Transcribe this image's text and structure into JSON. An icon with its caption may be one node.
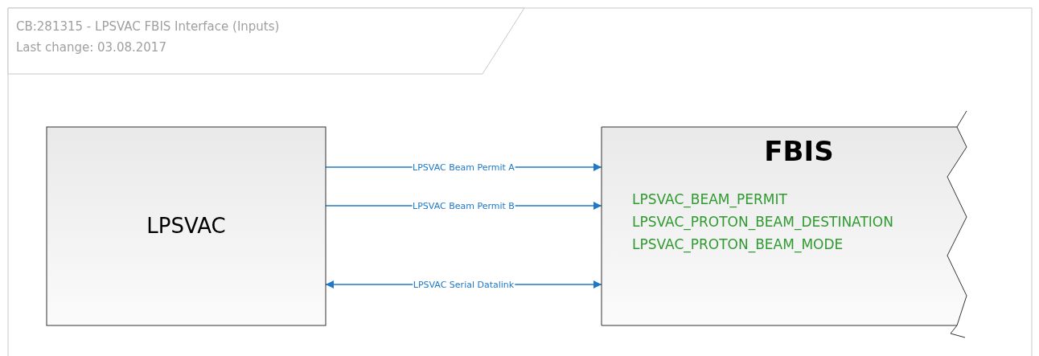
{
  "diagram": {
    "title": "CB:281315 - LPSVAC FBIS Interface (Inputs)",
    "nodes": [
      {
        "text": [
          "LPSVAC"
        ]
      },
      {
        "text": [
          "FBIS",
          "LPSVAC_BEAM_PERMIT",
          "LPSVAC_PROTON_BEAM_DESTINATION",
          "LPSVAC_PROTON_BEAM_MODE"
        ]
      }
    ],
    "edges": [
      {
        "from": 0,
        "to": 1,
        "arrow": "to",
        "label": "LPSVAC Beam Permit A"
      },
      {
        "from": 0,
        "to": 1,
        "arrow": "to",
        "label": "LPSVAC Beam Permit B"
      },
      {
        "from": 0,
        "to": 1,
        "arrow": "both",
        "label": "LPSVAC Serial Datalink"
      }
    ],
    "labels": [
      "Last change: 03.08.2017"
    ]
  }
}
